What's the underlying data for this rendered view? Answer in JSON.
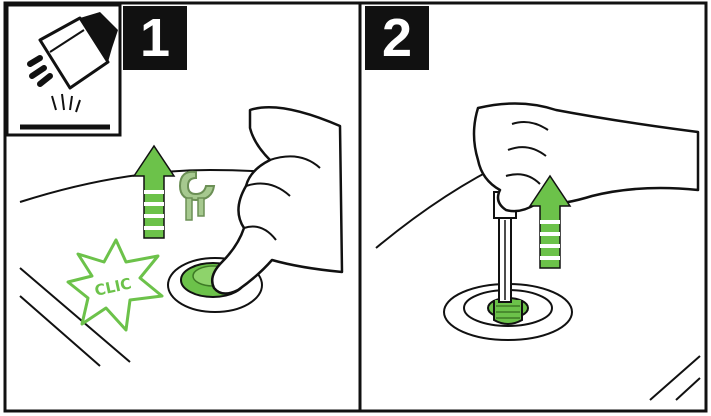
{
  "steps": [
    {
      "number": "1"
    },
    {
      "number": "2"
    }
  ],
  "sound_effect": "CLIC",
  "colors": {
    "accent_green": "#6cc24a",
    "outline": "#111111",
    "background": "#ffffff"
  },
  "icons": [
    "wipe-cloth-icon",
    "up-arrow-icon",
    "clip-ring-icon",
    "hand-icon",
    "key-tool-icon",
    "drain-plug-icon"
  ]
}
